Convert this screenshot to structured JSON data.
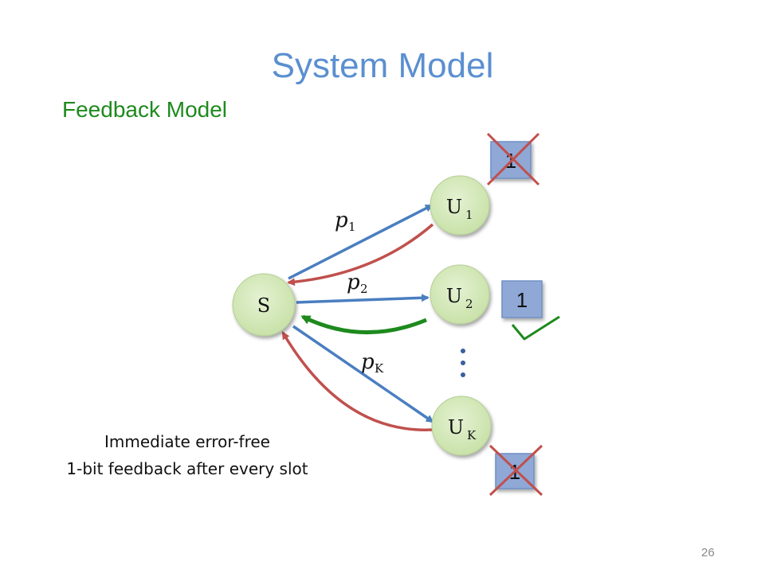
{
  "slide": {
    "title": "System Model",
    "subtitle": "Feedback Model",
    "caption_line1": "Immediate error-free",
    "caption_line2": "1-bit feedback after every slot",
    "page_number": "26"
  },
  "diagram": {
    "source": {
      "label": "S"
    },
    "users": [
      {
        "label": "U",
        "sub": "1"
      },
      {
        "label": "U",
        "sub": "2"
      },
      {
        "label": "U",
        "sub": "K"
      }
    ],
    "probabilities": [
      {
        "label": "p",
        "sub": "1"
      },
      {
        "label": "p",
        "sub": "2"
      },
      {
        "label": "p",
        "sub": "K"
      }
    ],
    "feedback_bits": [
      {
        "value": "1",
        "status": "rejected",
        "status_icon": "cross-icon"
      },
      {
        "value": "1",
        "status": "accepted",
        "status_icon": "check-icon"
      },
      {
        "value": "1",
        "status": "rejected",
        "status_icon": "cross-icon"
      }
    ]
  },
  "colors": {
    "title": "#5b8fd0",
    "subtitle": "#1e8a1e",
    "node_fill": "#d2e8b6",
    "forward_arrow": "#4a7ec0",
    "feedback_arrow_lost": "#c0504d",
    "feedback_arrow_received": "#1e8a1e",
    "feedback_box": "#8fa8d6",
    "cross": "#c0504d",
    "check": "#1e8a1e"
  }
}
